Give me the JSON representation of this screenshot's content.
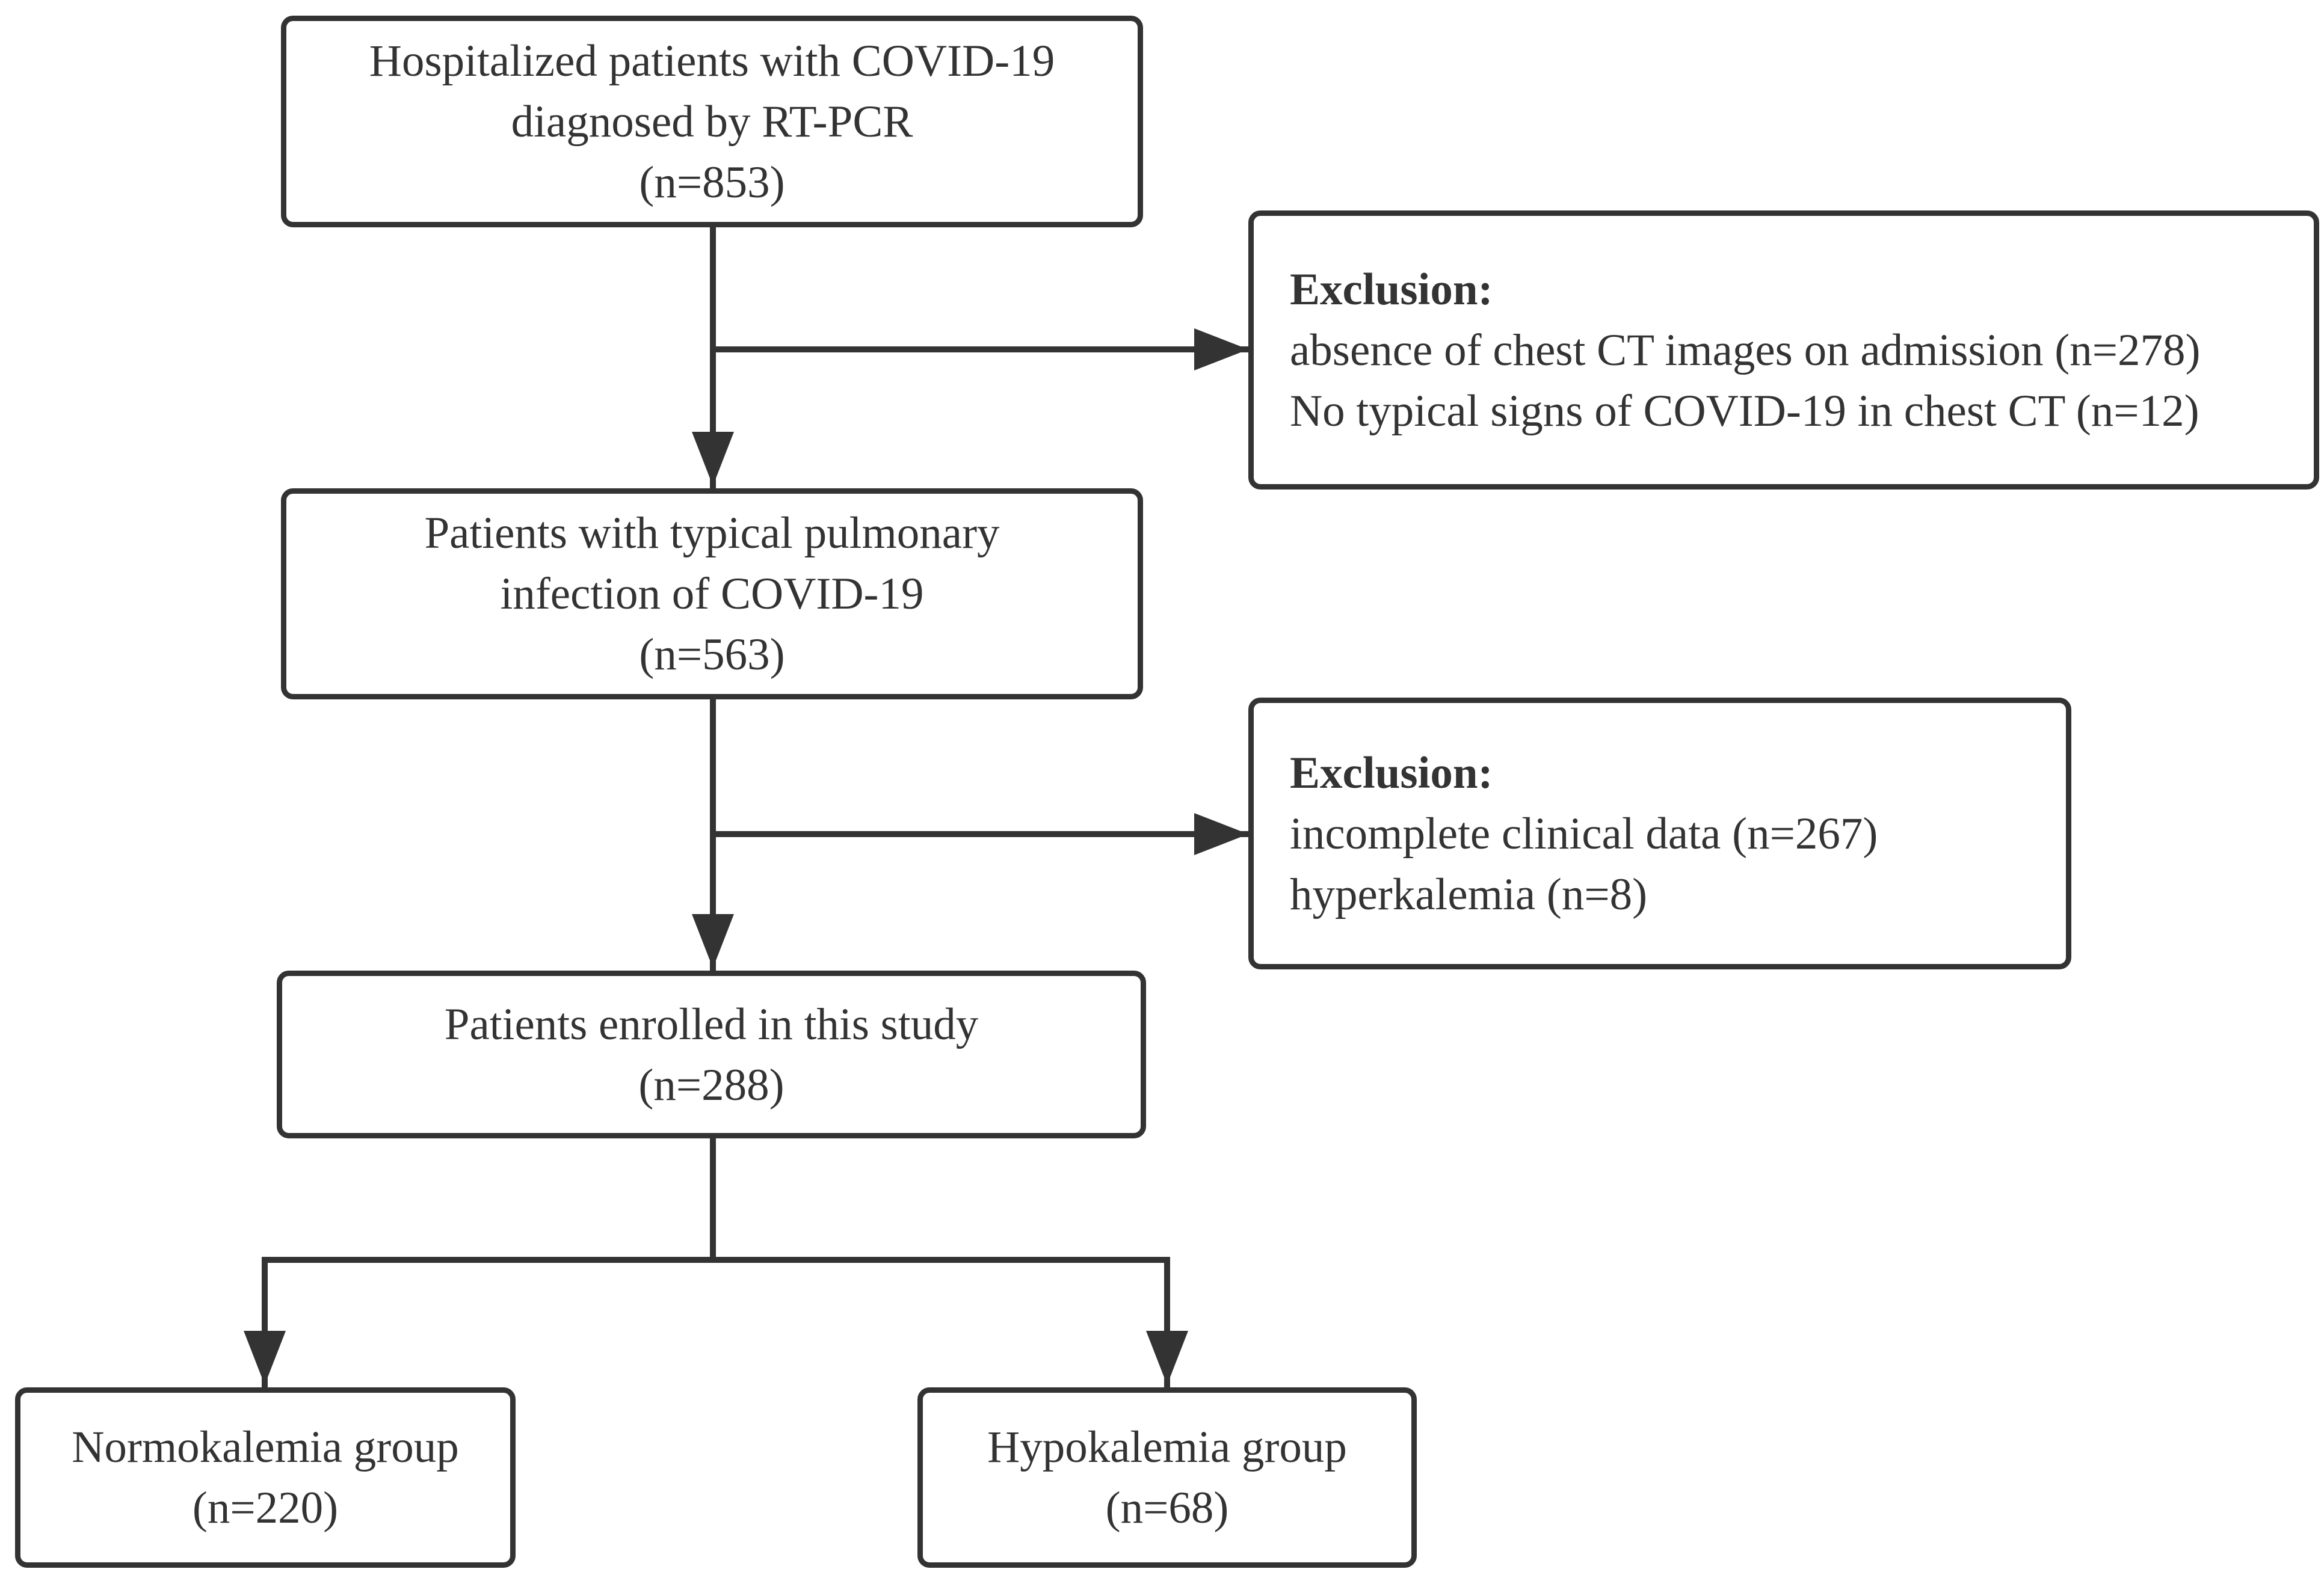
{
  "nodes": {
    "hospitalized": {
      "line1": "Hospitalized patients with COVID-19",
      "line2": "diagnosed by RT-PCR",
      "count": "(n=853)"
    },
    "exclusion1": {
      "heading": "Exclusion:",
      "item1": "absence of chest CT images on admission (n=278)",
      "item2": "No typical signs of COVID-19 in chest CT (n=12)"
    },
    "typical_infection": {
      "line1": "Patients with typical pulmonary",
      "line2": "infection of COVID-19",
      "count": "(n=563)"
    },
    "exclusion2": {
      "heading": "Exclusion:",
      "item1": "incomplete clinical data (n=267)",
      "item2": "hyperkalemia (n=8)"
    },
    "enrolled": {
      "line1": "Patients enrolled in this study",
      "count": "(n=288)"
    },
    "normokalemia": {
      "line1": "Normokalemia group",
      "count": "(n=220)"
    },
    "hypokalemia": {
      "line1": "Hypokalemia group",
      "count": "(n=68)"
    }
  },
  "edges": [
    {
      "from": "hospitalized",
      "to": "typical_infection"
    },
    {
      "from": "hospitalized",
      "to": "exclusion1"
    },
    {
      "from": "typical_infection",
      "to": "enrolled"
    },
    {
      "from": "typical_infection",
      "to": "exclusion2"
    },
    {
      "from": "enrolled",
      "to": "normokalemia"
    },
    {
      "from": "enrolled",
      "to": "hypokalemia"
    }
  ],
  "colors": {
    "stroke": "#333333",
    "text": "#333333",
    "background": "#ffffff"
  }
}
